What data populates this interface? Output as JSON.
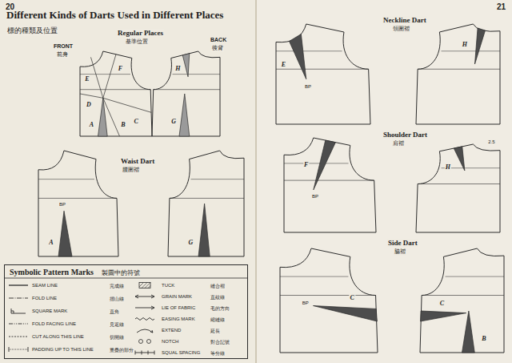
{
  "diagram": {
    "title": "Different Kinds of Darts Used in Different Places",
    "nodes": [
      {
        "text": [
          "Symbolic Pattern Marks",
          "製圖中的符號"
        ]
      }
    ],
    "labels": [
      "20",
      "21",
      "標的種類及位置",
      "Regular Places",
      "基準位置",
      "FRONT",
      "前身",
      "BACK",
      "後背",
      "F",
      "E",
      "D",
      "C",
      "B",
      "A",
      "G",
      "H",
      "Waist Dart",
      "腰圍褶",
      "BP",
      "A",
      "G",
      "Neckline Dart",
      "領圍褶",
      "E",
      "BP",
      "H",
      "Shoulder Dart",
      "肩褶",
      "F",
      "BP",
      "2.5",
      "H",
      "Side Dart",
      "脇褶",
      "C",
      "BP",
      "C",
      "B",
      "完成線",
      "摺山線",
      "直角",
      "見返線",
      "切開線",
      "重疊的部分",
      "縫合褶",
      "直紋線",
      "毛的方向",
      "縮縫線",
      "延長",
      "對合記號",
      "等分線"
    ],
    "legend": [
      {
        "text": "SEAM LINE"
      },
      {
        "text": "FOLD LINE"
      },
      {
        "text": "SQUARE MARK"
      },
      {
        "text": "FOLD FACING LINE"
      },
      {
        "text": "CUT ALONG THIS LINE"
      },
      {
        "text": "PADDING UP TO THIS LINE"
      },
      {
        "text": "TUCK"
      },
      {
        "text": "GRAIN MARK"
      },
      {
        "text": "LIE OF FABRIC"
      },
      {
        "text": "EASING MARK"
      },
      {
        "text": "EXTEND"
      },
      {
        "text": "NOTCH"
      },
      {
        "text": "SQUAL SPACING"
      }
    ]
  }
}
